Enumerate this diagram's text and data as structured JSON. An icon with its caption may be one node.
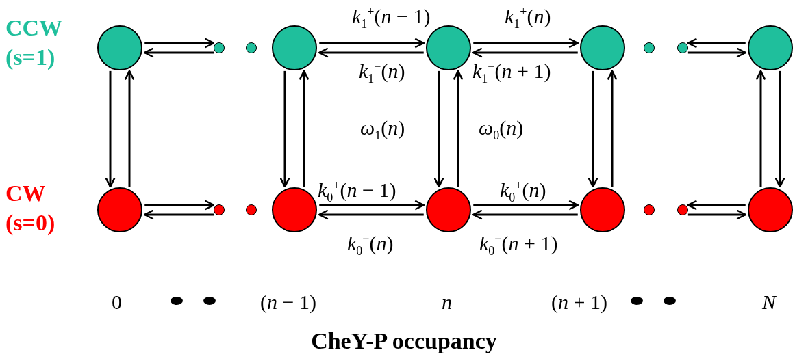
{
  "diagram": {
    "caption": "CheY-P occupancy",
    "nodes": [
      {
        "text": [],
        "shape": "circle"
      },
      {
        "text": [],
        "shape": "circle"
      },
      {
        "text": [],
        "shape": "circle"
      },
      {
        "text": [],
        "shape": "circle"
      },
      {
        "text": [],
        "shape": "circle"
      },
      {
        "text": [],
        "shape": "circle"
      },
      {
        "text": [],
        "shape": "circle"
      },
      {
        "text": [],
        "shape": "circle"
      },
      {
        "text": [],
        "shape": "circle"
      },
      {
        "text": [],
        "shape": "circle"
      },
      {
        "text": [],
        "shape": "circle"
      },
      {
        "text": [],
        "shape": "circle"
      },
      {
        "text": [],
        "shape": "circle"
      },
      {
        "text": [],
        "shape": "circle"
      },
      {
        "text": [],
        "shape": "circle"
      },
      {
        "text": [],
        "shape": "circle"
      },
      {
        "text": [],
        "shape": "circle"
      },
      {
        "text": [],
        "shape": "circle"
      }
    ],
    "edges": [
      {
        "from": 0,
        "to": 1,
        "arrow": "to"
      },
      {
        "from": 1,
        "to": 0,
        "arrow": "to"
      },
      {
        "from": 3,
        "to": 4,
        "arrow": "to",
        "label": "*k*$_{1}$$^{+}$(*n* − 1)"
      },
      {
        "from": 4,
        "to": 3,
        "arrow": "to",
        "label": "*k*$_{1}$$^{−}$(*n*)"
      },
      {
        "from": 4,
        "to": 5,
        "arrow": "to",
        "label": "*k*$_{1}$$^{+}$(*n*)"
      },
      {
        "from": 5,
        "to": 4,
        "arrow": "to",
        "label": "*k*$_{1}$$^{−}$(*n* + 1)"
      },
      {
        "from": 8,
        "to": 7,
        "arrow": "to"
      },
      {
        "from": 7,
        "to": 8,
        "arrow": "to"
      },
      {
        "from": 9,
        "to": 10,
        "arrow": "to"
      },
      {
        "from": 10,
        "to": 9,
        "arrow": "to"
      },
      {
        "from": 12,
        "to": 13,
        "arrow": "to",
        "label": "*k*$_{0}$$^{+}$(*n* − 1)"
      },
      {
        "from": 13,
        "to": 12,
        "arrow": "to",
        "label": "*k*$_{0}$$^{−}$(*n*)"
      },
      {
        "from": 13,
        "to": 14,
        "arrow": "to",
        "label": "*k*$_{0}$$^{+}$(*n*)"
      },
      {
        "from": 14,
        "to": 13,
        "arrow": "to",
        "label": "*k*$_{0}$$^{−}$(*n* + 1)"
      },
      {
        "from": 17,
        "to": 16,
        "arrow": "to"
      },
      {
        "from": 16,
        "to": 17,
        "arrow": "to"
      },
      {
        "from": 0,
        "to": 9,
        "arrow": "to"
      },
      {
        "from": 9,
        "to": 0,
        "arrow": "to"
      },
      {
        "from": 3,
        "to": 12,
        "arrow": "to"
      },
      {
        "from": 12,
        "to": 3,
        "arrow": "to"
      },
      {
        "from": 4,
        "to": 13,
        "arrow": "to",
        "label": "*ω*$_{1}$(*n*)"
      },
      {
        "from": 13,
        "to": 4,
        "arrow": "to",
        "label": "*ω*$_{0}$(*n*)"
      },
      {
        "from": 5,
        "to": 14,
        "arrow": "to"
      },
      {
        "from": 14,
        "to": 5,
        "arrow": "to"
      },
      {
        "from": 17,
        "to": 8,
        "arrow": "to"
      },
      {
        "from": 8,
        "to": 17,
        "arrow": "to"
      }
    ],
    "labels": [
      "CCW (s=1)",
      "CW (s=0)",
      "0",
      "(*n* − 1)",
      "*n*",
      "(*n* + 1)",
      "*N*"
    ]
  }
}
